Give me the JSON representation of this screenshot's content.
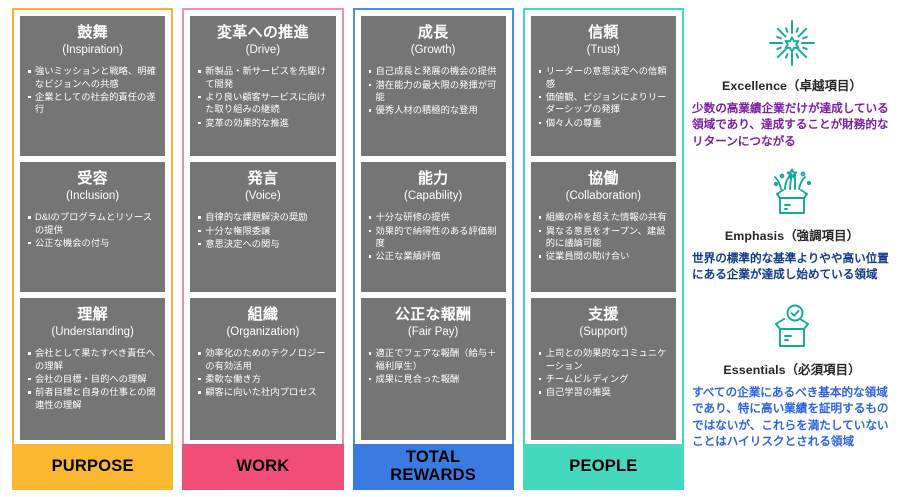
{
  "columns": [
    {
      "key": "purpose",
      "label": "PURPOSE",
      "accent": "#FBB033",
      "label_bg": "#FCB731",
      "label_color": "#000000",
      "cards": [
        {
          "title": "鼓舞",
          "subtitle": "(Inspiration)",
          "bullets": [
            "強いミッションと戦略、明確なビジョンへの共感",
            "企業としての社会的責任の遂行"
          ]
        },
        {
          "title": "受容",
          "subtitle": "(Inclusion)",
          "bullets": [
            "D&Iのプログラムとリソースの提供",
            "公正な機会の付与"
          ]
        },
        {
          "title": "理解",
          "subtitle": "(Understanding)",
          "bullets": [
            "会社として果たすべき責任への理解",
            "会社の目標・目的への理解",
            "前者目標と自身の仕事との関連性の理解"
          ]
        }
      ]
    },
    {
      "key": "work",
      "label": "WORK",
      "accent": "#F58BB0",
      "label_bg": "#F04E79",
      "label_color": "#000000",
      "cards": [
        {
          "title": "変革への推進",
          "subtitle": "(Drive)",
          "bullets": [
            "新製品・新サービスを先駆けて開発",
            "より良い顧客サービスに向けた取り組みの継続",
            "変革の効果的な推進"
          ]
        },
        {
          "title": "発言",
          "subtitle": "(Voice)",
          "bullets": [
            "自律的な課題解決の奨励",
            "十分な権限委譲",
            "意思決定への関与"
          ]
        },
        {
          "title": "組織",
          "subtitle": "(Organization)",
          "bullets": [
            "効率化のためのテクノロジーの有効活用",
            "柔軟な働き方",
            "顧客に向いた社内プロセス"
          ]
        }
      ]
    },
    {
      "key": "total_rewards",
      "label": "TOTAL\nREWARDS",
      "accent": "#4E8FE0",
      "label_bg": "#3A7BE0",
      "label_color": "#000000",
      "cards": [
        {
          "title": "成長",
          "subtitle": "(Growth)",
          "bullets": [
            "自己成長と発展の機会の提供",
            "潜在能力の最大限の発揮が可能",
            "優秀人材の積極的な登用"
          ]
        },
        {
          "title": "能力",
          "subtitle": "(Capability)",
          "bullets": [
            "十分な研修の提供",
            "効果的で納得性のある評価制度",
            "公正な業績評価"
          ]
        },
        {
          "title": "公正な報酬",
          "subtitle": "(Fair Pay)",
          "bullets": [
            "適正でフェアな報酬（給与＋福利厚生）",
            "成果に見合った報酬"
          ]
        }
      ]
    },
    {
      "key": "people",
      "label": "PEOPLE",
      "accent": "#3FD9C4",
      "label_bg": "#43D9BE",
      "label_color": "#000000",
      "cards": [
        {
          "title": "信頼",
          "subtitle": "(Trust)",
          "bullets": [
            "リーダーの意思決定への信頼感",
            "価値観、ビジョンによりリーダーシップの発揮",
            "個々人の尊重"
          ]
        },
        {
          "title": "協働",
          "subtitle": "(Collaboration)",
          "bullets": [
            "組織の枠を超えた情報の共有",
            "異なる意見をオープン、建設的に議論可能",
            "従業員間の助け合い"
          ]
        },
        {
          "title": "支援",
          "subtitle": "(Support)",
          "bullets": [
            "上司との効果的なコミュニケーション",
            "チームビルディング",
            "自己学習の推奨"
          ]
        }
      ]
    }
  ],
  "legend": [
    {
      "icon": "sparkle-burst-icon",
      "icon_color": "#12A89D",
      "title": "Excellence（卓越項目）",
      "title_color": "#262626",
      "desc": "少数の高業績企業だけが達成している領域であり、達成することが財務的なリターンにつながる",
      "desc_color": "#7A1FA2"
    },
    {
      "icon": "open-box-stars-icon",
      "icon_color": "#12A89D",
      "title": "Emphasis（強調項目）",
      "title_color": "#262626",
      "desc": "世界の標準的な基準よりやや高い位置にある企業が達成し始めている領域",
      "desc_color": "#123A8C"
    },
    {
      "icon": "open-box-check-icon",
      "icon_color": "#12A89D",
      "title": "Essentials（必須項目）",
      "title_color": "#262626",
      "desc": "すべての企業にあるべき基本的な領域であり、特に高い業績を証明するものではないが、これらを満たしていないことはハイリスクとされる領域",
      "desc_color": "#2E62E8"
    }
  ],
  "card_bg": "#757575",
  "card_text_color": "#FFFFFF"
}
